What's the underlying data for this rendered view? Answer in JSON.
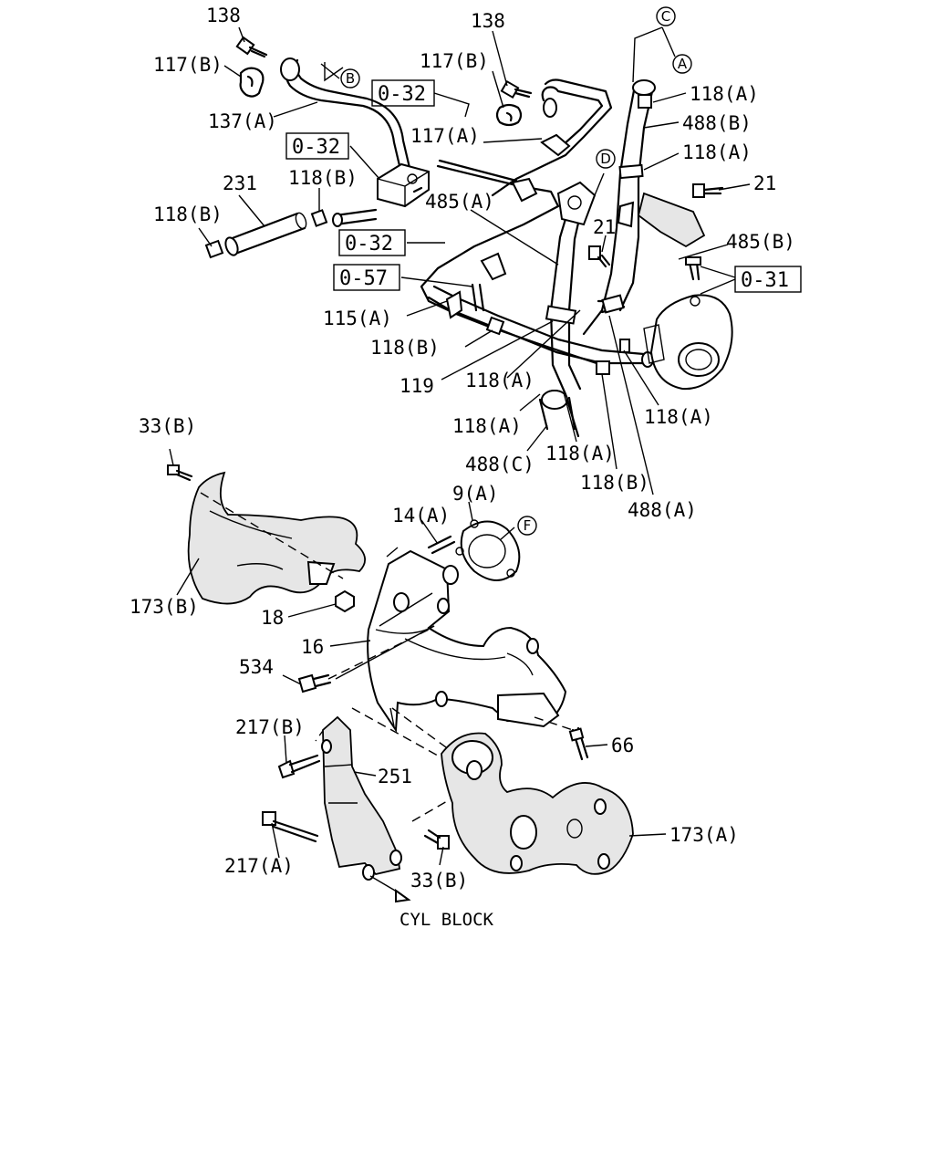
{
  "diagram": {
    "callouts": {
      "c138_a": "138",
      "c117b_a": "117(B)",
      "c137a": "137(A)",
      "c0_32_a": "0-32",
      "c231": "231",
      "c118b_a": "118(B)",
      "c118b_b": "118(B)",
      "c138_b": "138",
      "c117b_b": "117(B)",
      "c0_32_b": "0-32",
      "c117a": "117(A)",
      "c485a": "485(A)",
      "c0_32_c": "0-32",
      "c0_57": "0-57",
      "c115a": "115(A)",
      "c118b_c": "118(B)",
      "c119": "119",
      "c118a_a": "118(A)",
      "c118a_b": "118(A)",
      "c488c": "488(C)",
      "c118a_c": "118(A)",
      "c118b_d": "118(B)",
      "c488a": "488(A)",
      "c118a_d": "118(A)",
      "c118a_e": "118(A)",
      "c488b": "488(B)",
      "c118a_f": "118(A)",
      "c21_a": "21",
      "c21_b": "21",
      "c485b": "485(B)",
      "c0_31": "0-31",
      "c33b_a": "33(B)",
      "c173b": "173(B)",
      "c9a": "9(A)",
      "c14a": "14(A)",
      "c18": "18",
      "c16": "16",
      "c534": "534",
      "c66": "66",
      "c217b": "217(B)",
      "c251": "251",
      "c217a": "217(A)",
      "c33b_b": "33(B)",
      "c173a": "173(A)"
    },
    "ref_circles": {
      "A": "A",
      "B": "B",
      "C": "C",
      "D": "D",
      "F": "F"
    },
    "caption": "CYL BLOCK"
  }
}
